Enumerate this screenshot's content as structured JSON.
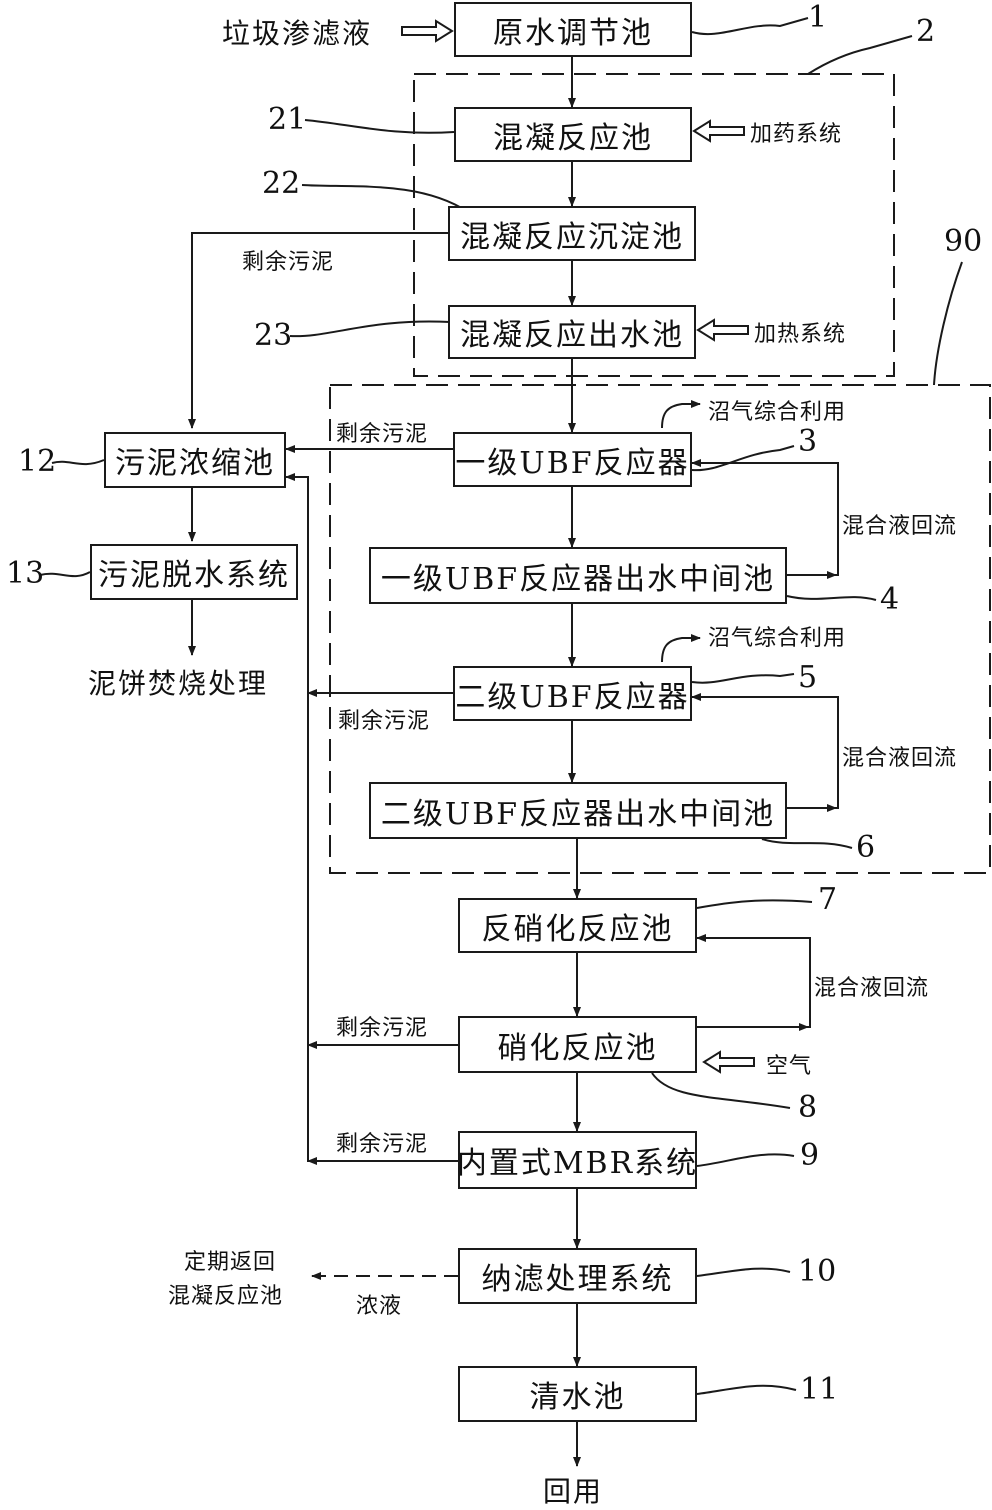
{
  "diagram": {
    "input_label": "垃圾渗滤液",
    "boxes": {
      "raw_tank": "原水调节池",
      "coag_reaction": "混凝反应池",
      "coag_settling": "混凝反应沉淀池",
      "coag_outlet": "混凝反应出水池",
      "ubf1": "一级UBF反应器",
      "ubf1_mid": "一级UBF反应器出水中间池",
      "ubf2": "二级UBF反应器",
      "ubf2_mid": "二级UBF反应器出水中间池",
      "denitrification": "反硝化反应池",
      "nitrification": "硝化反应池",
      "mbr": "内置式MBR系统",
      "nanofiltration": "纳滤处理系统",
      "clear_water": "清水池",
      "sludge_thickener": "污泥浓缩池",
      "sludge_dewatering": "污泥脱水系统"
    },
    "labels": {
      "dosing_system": "加药系统",
      "heating_system": "加热系统",
      "biogas_use_1": "沼气综合利用",
      "biogas_use_2": "沼气综合利用",
      "mixed_return_1": "混合液回流",
      "mixed_return_2": "混合液回流",
      "mixed_return_3": "混合液回流",
      "excess_sludge_1": "剩余污泥",
      "excess_sludge_2": "剩余污泥",
      "excess_sludge_3": "剩余污泥",
      "excess_sludge_4": "剩余污泥",
      "excess_sludge_5": "剩余污泥",
      "air": "空气",
      "concentrate": "浓液",
      "periodic_return_line1": "定期返回",
      "periodic_return_line2": "混凝反应池",
      "cake_incineration": "泥饼焚烧处理",
      "reuse": "回用"
    },
    "numbers": {
      "n1": "1",
      "n2": "2",
      "n21": "21",
      "n22": "22",
      "n23": "23",
      "n90": "90",
      "n3": "3",
      "n4": "4",
      "n5": "5",
      "n6": "6",
      "n7": "7",
      "n8": "8",
      "n9": "9",
      "n10": "10",
      "n11": "11",
      "n12": "12",
      "n13": "13"
    },
    "colors": {
      "line": "#1a1a1a",
      "text": "#111111",
      "background": "#ffffff"
    }
  }
}
